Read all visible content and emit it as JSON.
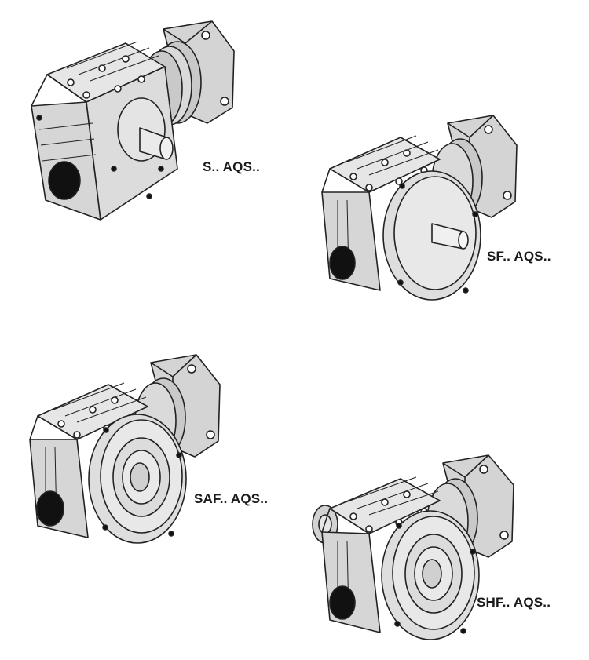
{
  "products": [
    {
      "label": "S.. AQS..",
      "variant": "solid-shaft-foot"
    },
    {
      "label": "SF.. AQS..",
      "variant": "solid-shaft-flange"
    },
    {
      "label": "SAF.. AQS..",
      "variant": "hollow-shaft-flange"
    },
    {
      "label": "SHF.. AQS..",
      "variant": "hollow-shaft-flange-shrink"
    }
  ],
  "colors": {
    "body": "#d9d9d9",
    "shade": "#c4c4c4",
    "light": "#ececec",
    "outline": "#222222",
    "bore": "#111111"
  }
}
